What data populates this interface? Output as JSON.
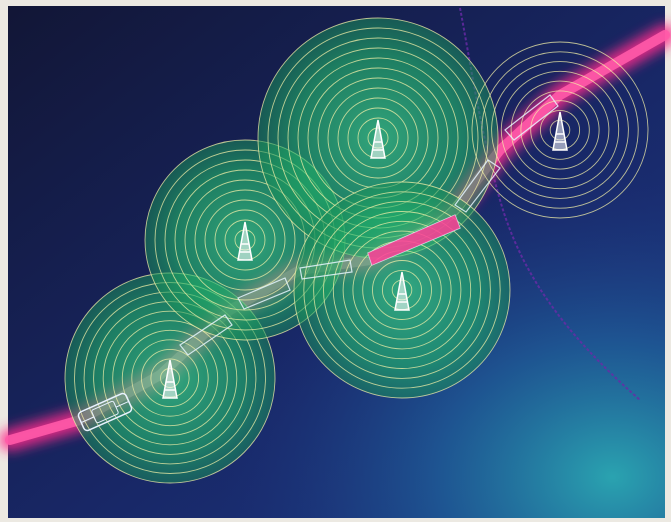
{
  "image": {
    "subject": "cellular-network-illustration",
    "colors": {
      "background_dark": "#141a45",
      "background_mid": "#1d2f7a",
      "background_teal": "#1f8a9c",
      "coverage_green": "#2fd27a",
      "ring_line": "#f3f0a8",
      "road_magenta": "#ff2a8c",
      "tower_white": "#ffffff",
      "car_outline": "#e8f2ff",
      "arc_purple": "#6a2aa8"
    },
    "icons": [
      "cell-tower-icon",
      "car-icon"
    ],
    "cells": [
      {
        "name": "cell-lower-left"
      },
      {
        "name": "cell-center-left"
      },
      {
        "name": "cell-top-center"
      },
      {
        "name": "cell-center-right"
      },
      {
        "name": "cell-upper-right"
      }
    ]
  }
}
